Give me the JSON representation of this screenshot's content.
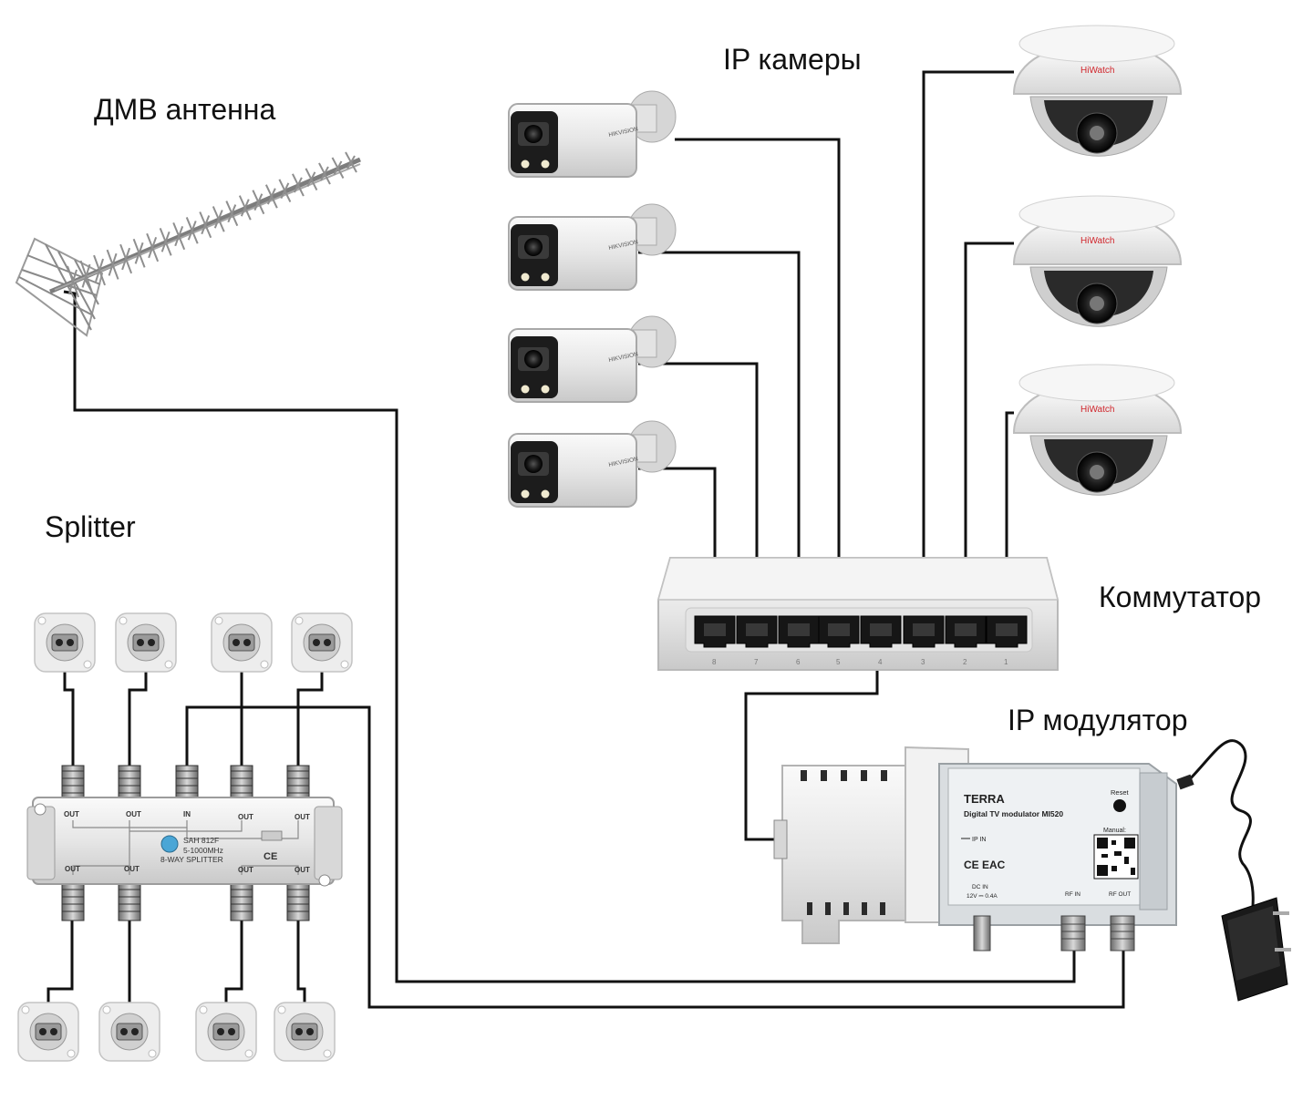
{
  "labels": {
    "antenna": "ДМВ антенна",
    "cameras": "IP камеры",
    "splitter": "Splitter",
    "switch": "Коммутатор",
    "modulator": "IP модулятор"
  },
  "bullet_brand": "HIKVISION",
  "dome_brand": "HiWatch",
  "switch_ports": [
    "8",
    "7",
    "6",
    "5",
    "4",
    "3",
    "2",
    "1"
  ],
  "splitter": {
    "model": "SAH 812F",
    "band": "5-1000MHz",
    "type": "8-WAY SPLITTER",
    "in": "IN",
    "out": "OUT",
    "ce": "CE"
  },
  "modulator": {
    "brand": "TERRA",
    "model": "Digital TV modulator MI520",
    "reset": "Reset",
    "manual": "Manual:",
    "ip_in": "IP IN",
    "dc_in": "DC IN",
    "power": "12V ⎓ 0.4A",
    "rf_in": "RF IN",
    "rf_out": "RF OUT",
    "marks": "CE EAC"
  },
  "colors": {
    "cable": "#111111",
    "device": "#e9e9e9",
    "device_edge": "#b5b5b5",
    "camera_face": "#1a1a1a",
    "brand_red": "#d0262c"
  }
}
